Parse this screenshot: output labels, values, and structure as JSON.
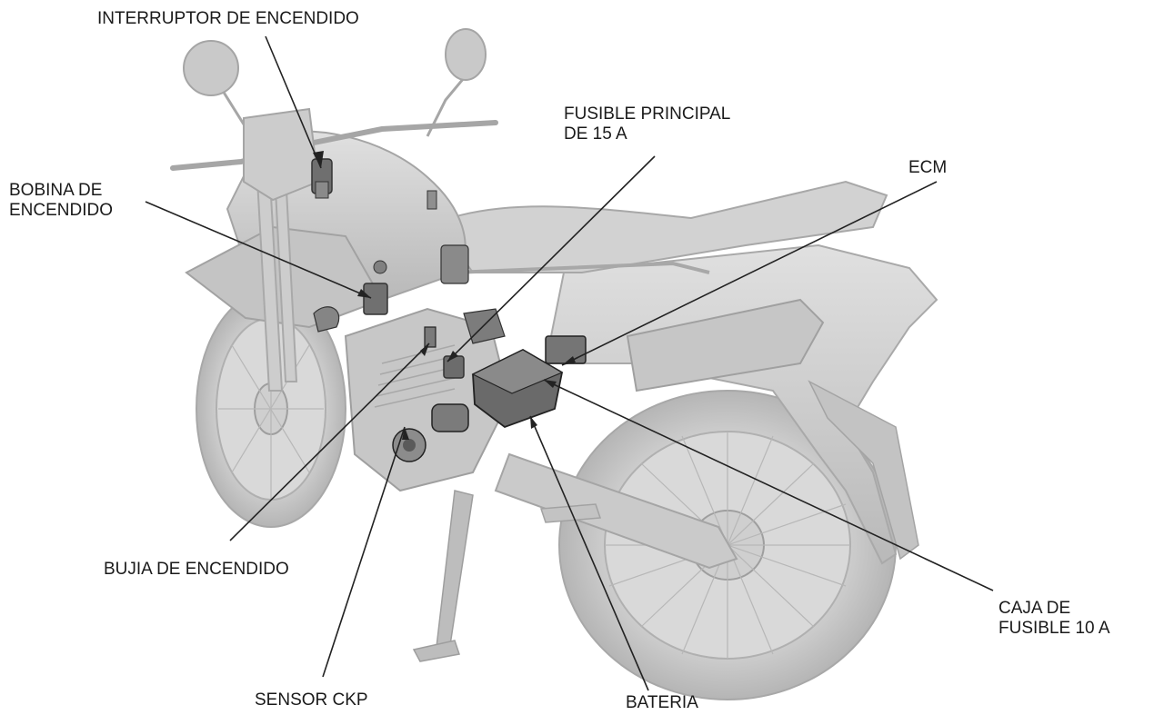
{
  "colors": {
    "body": "#c9c9c9",
    "body_dark": "#a9a9a9",
    "body_light": "#e2e2e2",
    "tire": "#bdbdbd",
    "component": "#6e6e6e",
    "leader": "#222222",
    "text": "#1a1a1a"
  },
  "labels": {
    "ignition_switch": "INTERRUPTOR DE ENCENDIDO",
    "main_fuse": [
      "FUSIBLE PRINCIPAL",
      "DE 15 A"
    ],
    "ecm": "ECM",
    "ignition_coil": [
      "BOBINA DE",
      "ENCENDIDO"
    ],
    "spark_plug": "BUJIA DE ENCENDIDO",
    "fuse_box": [
      "CAJA DE",
      "FUSIBLE 10 A"
    ],
    "ckp_sensor": "SENSOR CKP",
    "battery": "BATERIA"
  }
}
